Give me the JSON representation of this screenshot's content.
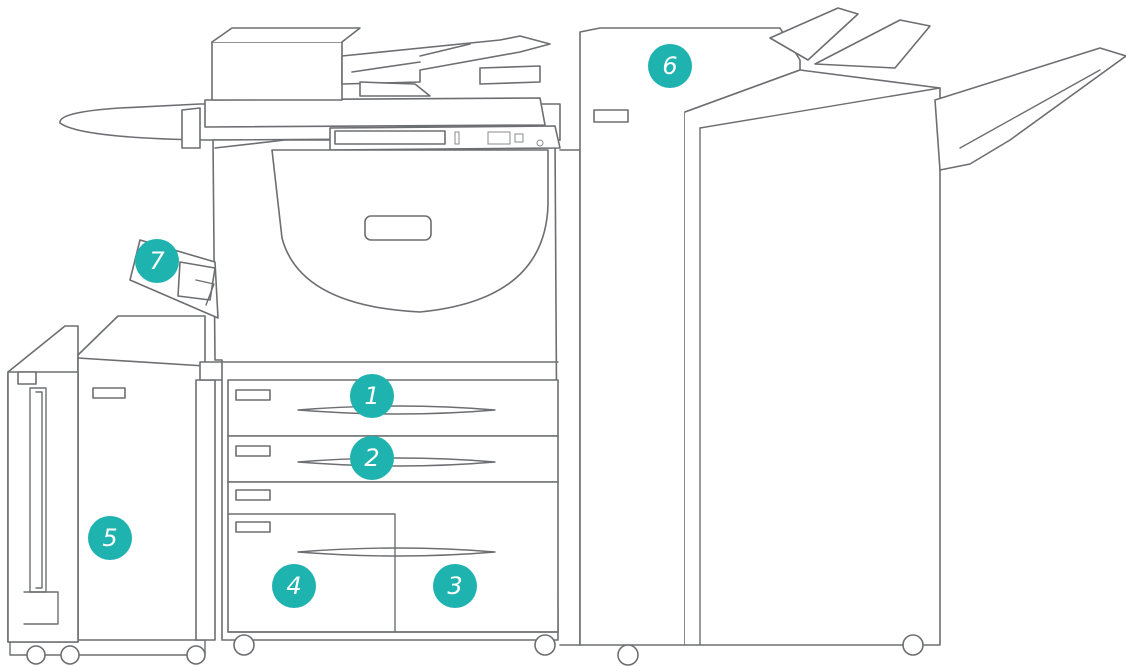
{
  "colors": {
    "outline": "#6d6e71",
    "badge": "#1fb3b0",
    "badge_text": "#ffffff",
    "background": "#ffffff"
  },
  "callouts": [
    {
      "id": "1",
      "label": "1"
    },
    {
      "id": "2",
      "label": "2"
    },
    {
      "id": "3",
      "label": "3"
    },
    {
      "id": "4",
      "label": "4"
    },
    {
      "id": "5",
      "label": "5"
    },
    {
      "id": "6",
      "label": "6"
    },
    {
      "id": "7",
      "label": "7"
    }
  ]
}
